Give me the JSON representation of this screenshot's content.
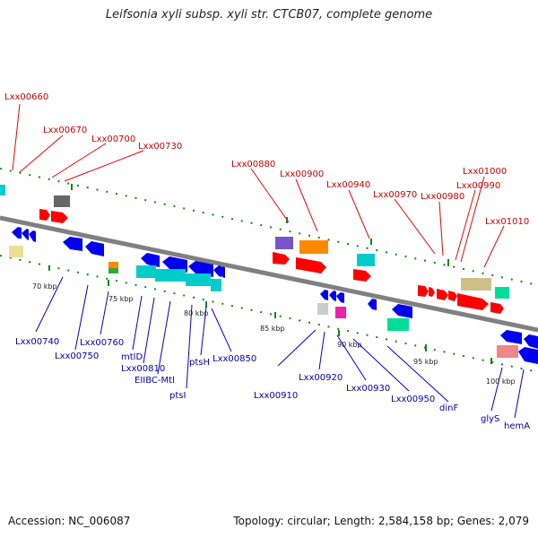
{
  "title": "Leifsonia xyli subsp. xyli str. CTCB07, complete genome",
  "accession": "Accession: NC_006087",
  "summary": "Topology: circular; Length: 2,584,158 bp; Genes: 2,079",
  "colors": {
    "forward_label": "#cc0000",
    "reverse_label": "#0000aa",
    "backbone": "#808080",
    "tick": "#118811"
  },
  "kbp_labels": [
    "70 kbp",
    "75 kbp",
    "80 kbp",
    "85 kbp",
    "90 kbp",
    "95 kbp",
    "100 kbp"
  ],
  "forward_genes": [
    "Lxx00660",
    "Lxx00670",
    "Lxx00700",
    "Lxx00730",
    "Lxx00880",
    "Lxx00900",
    "Lxx00940",
    "Lxx00970",
    "Lxx00980",
    "Lxx00990",
    "Lxx01000",
    "Lxx01010"
  ],
  "reverse_genes": [
    "Lxx00740",
    "Lxx00750",
    "Lxx00760",
    "mtlD",
    "Lxx00810",
    "EIIBC-Mtl",
    "ptsI",
    "ptsH",
    "Lxx00850",
    "Lxx00910",
    "Lxx00920",
    "Lxx00930",
    "Lxx00950",
    "dinF",
    "glyS",
    "hemA"
  ]
}
